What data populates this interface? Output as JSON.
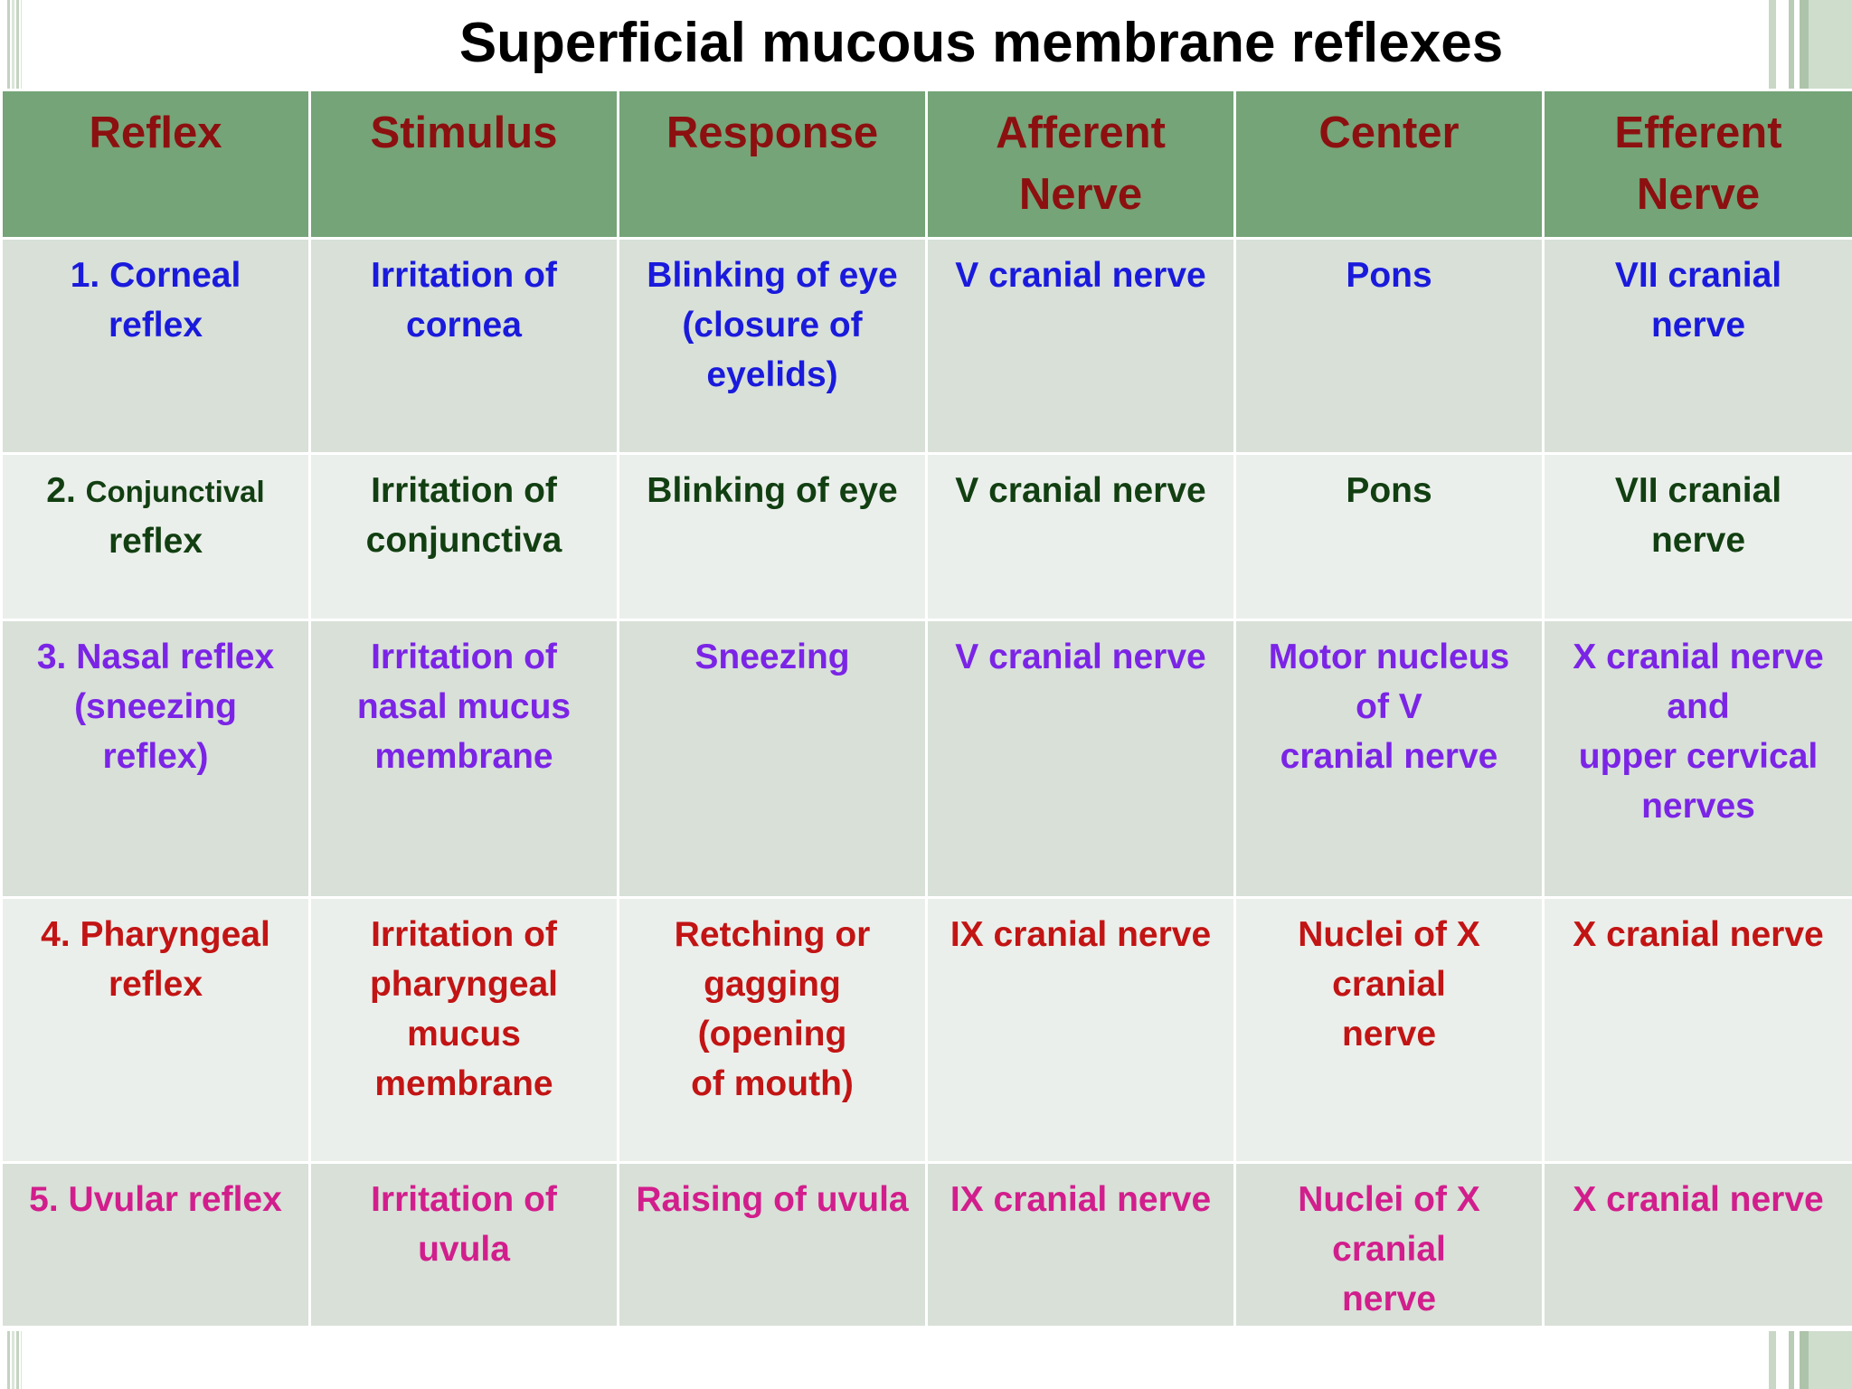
{
  "title": "Superficial mucous membrane reflexes",
  "colors": {
    "header_bg": "#74a477",
    "header_text": "#8c1010",
    "row_shade_dark": "#d8e0d8",
    "row_shade_light": "#ebefeb",
    "row_1_text": "#1a1adc",
    "row_2_text": "#123f12",
    "row_3_text": "#7b24e6",
    "row_4_text": "#c21414",
    "row_5_text": "#d21e8c"
  },
  "columns": [
    "Reflex",
    "Stimulus",
    "Response",
    "Afferent\nNerve",
    "Center",
    "Efferent\nNerve"
  ],
  "rows": [
    {
      "reflex_num": "1.",
      "reflex_name": "Corneal\nreflex",
      "stimulus": "Irritation of\ncornea",
      "response": "Blinking of eye\n(closure of\neyelids)",
      "afferent": "V cranial nerve",
      "center": "Pons",
      "efferent": "VII cranial\nnerve"
    },
    {
      "reflex_num": "2.",
      "reflex_name": "Conjunctival",
      "reflex_name_2": "reflex",
      "stimulus": "Irritation of\nconjunctiva",
      "response": "Blinking of eye",
      "afferent": "V cranial nerve",
      "center": "Pons",
      "efferent": "VII cranial\nnerve"
    },
    {
      "reflex_num": "3.",
      "reflex_name": "Nasal reflex\n(sneezing\nreflex)",
      "stimulus": "Irritation of\nnasal mucus\nmembrane",
      "response": "Sneezing",
      "afferent": "V cranial nerve",
      "center": "Motor nucleus\nof V\ncranial nerve",
      "efferent": "X cranial nerve\nand\nupper cervical\nnerves"
    },
    {
      "reflex_num": "4.",
      "reflex_name": "Pharyngeal\nreflex",
      "stimulus": "Irritation of\npharyngeal\nmucus\nmembrane",
      "response": "Retching or\ngagging\n(opening\nof mouth)",
      "afferent": "IX cranial nerve",
      "center": "Nuclei of X\ncranial\nnerve",
      "efferent": "X cranial nerve"
    },
    {
      "reflex_num": "5.",
      "reflex_name": "Uvular reflex",
      "stimulus": "Irritation of\nuvula",
      "response": "Raising of uvula",
      "afferent": "IX cranial nerve",
      "center": "Nuclei of X\ncranial\nnerve",
      "efferent": "X cranial nerve"
    }
  ]
}
